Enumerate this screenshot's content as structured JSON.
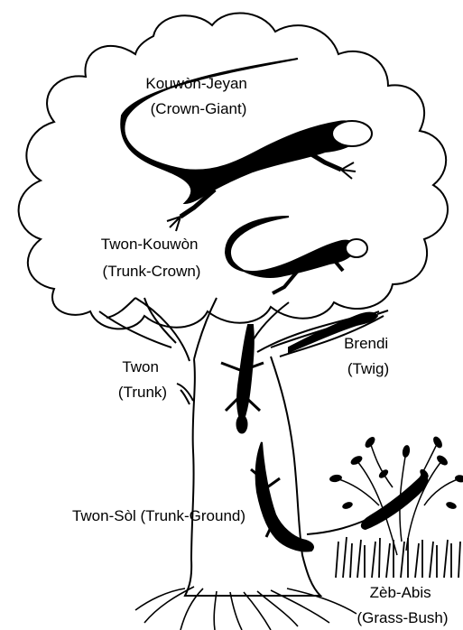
{
  "labels": {
    "crown_giant": {
      "line1": "Kouwòn-Jeyan",
      "line2": "(Crown-Giant)"
    },
    "trunk_crown": {
      "line1": "Twon-Kouwòn",
      "line2": "(Trunk-Crown)"
    },
    "twig": {
      "line1": "Brendi",
      "line2": "(Twig)"
    },
    "trunk": {
      "line1": "Twon",
      "line2": "(Trunk)"
    },
    "trunk_ground": {
      "line1": "Twon-Sòl (Trunk-Ground)"
    },
    "grass_bush": {
      "line1": "Zèb-Abis",
      "line2": "(Grass-Bush)"
    }
  },
  "colors": {
    "ink": "#000000",
    "paper": "#ffffff"
  }
}
